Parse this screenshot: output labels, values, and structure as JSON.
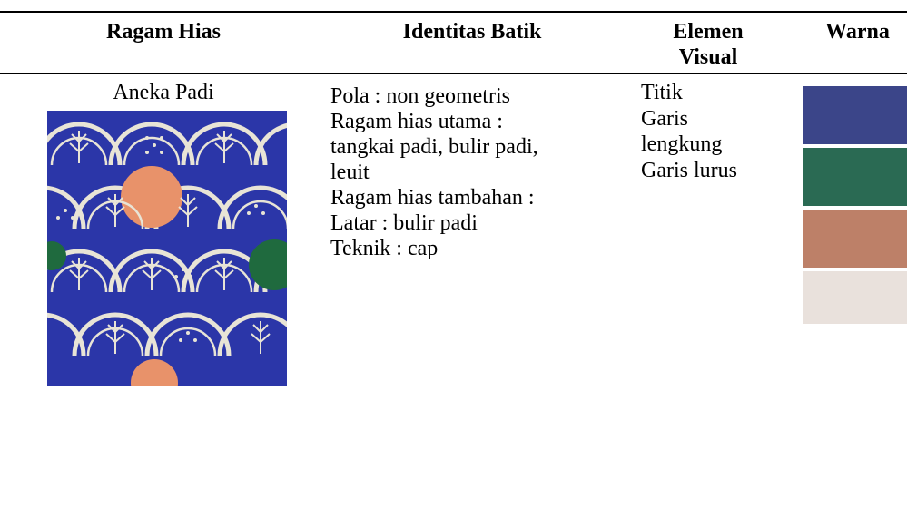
{
  "table": {
    "headers": {
      "ragam_hias": "Ragam Hias",
      "identitas_batik": "Identitas Batik",
      "elemen_visual_line1": "Elemen",
      "elemen_visual_line2": "Visual",
      "warna": "Warna"
    },
    "row": {
      "motif_name": "Aneka Padi",
      "identitas_lines": [
        "Pola : non geometris",
        "Ragam hias utama :",
        "tangkai padi, bulir padi,",
        "leuit",
        "Ragam hias tambahan :",
        "Latar : bulir padi",
        "Teknik : cap"
      ],
      "elemen_lines": [
        "Titik",
        "Garis",
        "lengkung",
        "Garis lurus"
      ],
      "warna_colors": [
        "#3b4589",
        "#2a6a53",
        "#bd8068",
        "#e9e1dc"
      ]
    }
  },
  "batik_colors": {
    "background": "#2b36a8",
    "motif": "#e8e4d6",
    "orange": "#e8926a",
    "green": "#1f6a3e"
  }
}
